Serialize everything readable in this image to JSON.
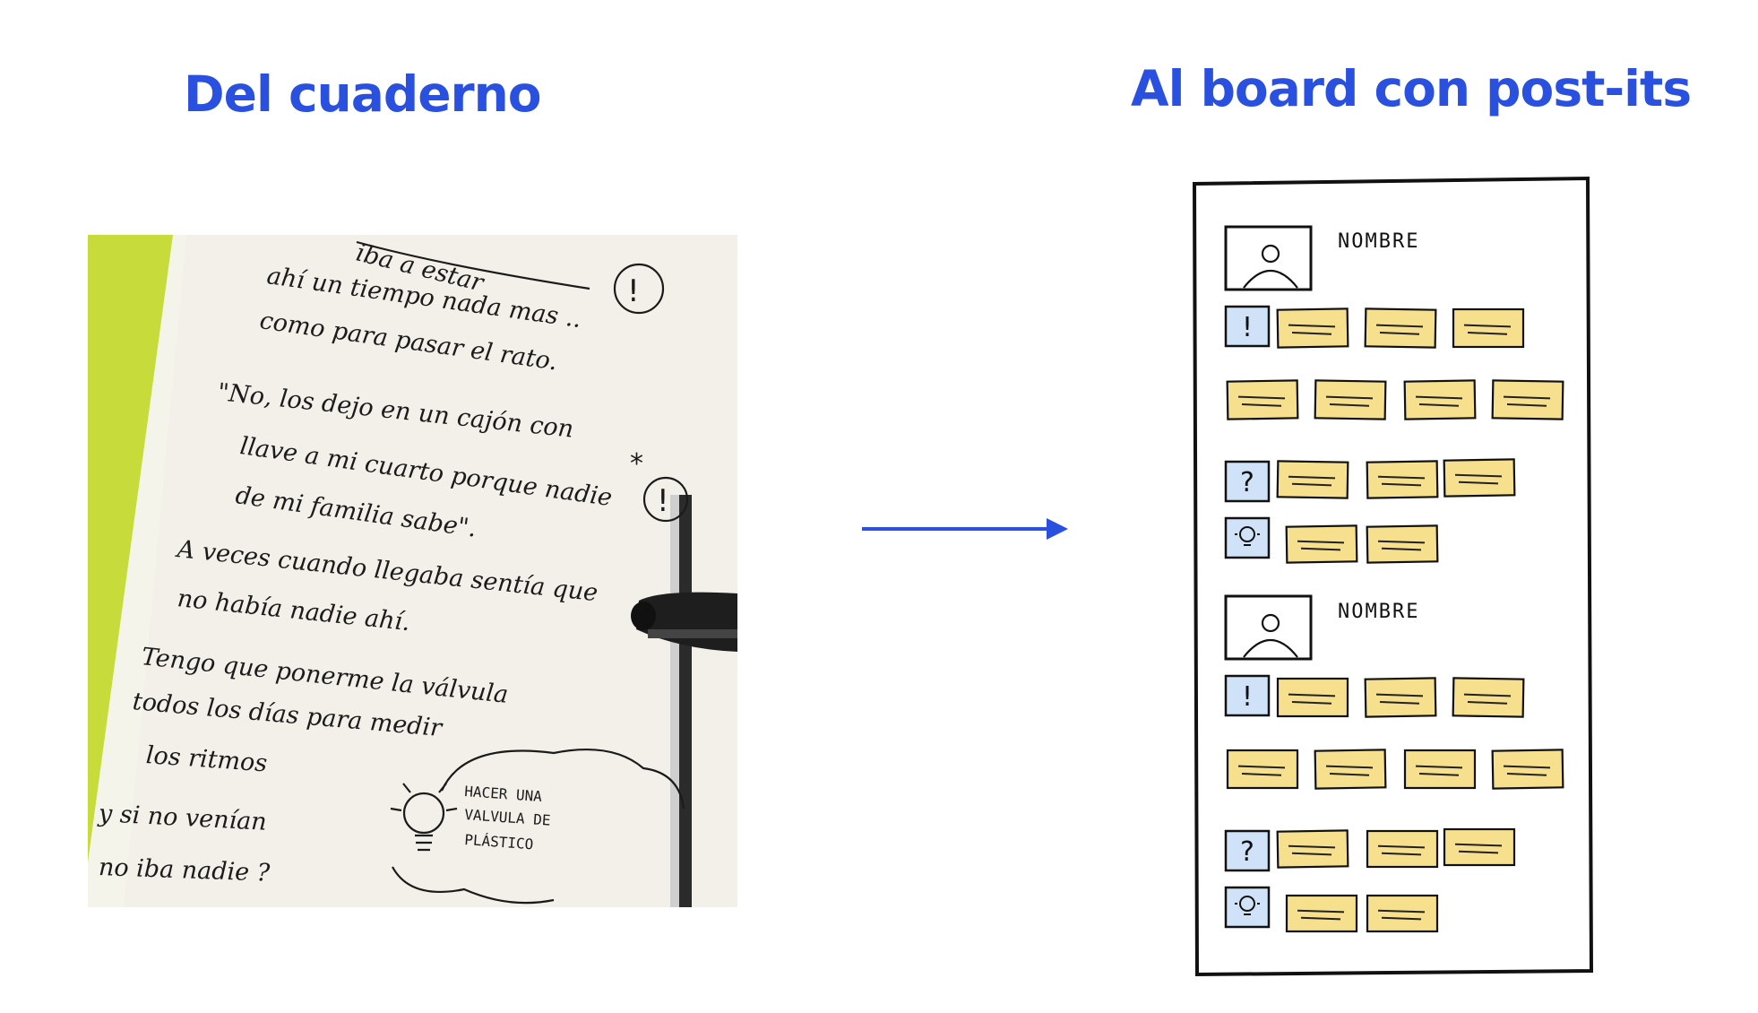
{
  "headings": {
    "left": "Del cuaderno",
    "right": "Al board con post-its"
  },
  "colors": {
    "heading": "#2a50e0",
    "arrow": "#2a50e0",
    "postit_yellow": "#f6e08e",
    "postit_blue": "#cfe2f7",
    "paper": "#f2f0e8",
    "background_green": "#c7dc3a"
  },
  "notebook": {
    "lines": [
      "iba a estar",
      "ahí un tiempo nada mas ..",
      "como para pasar el rato.",
      "\"No, los dejo en un cajón con",
      "llave a mi cuarto porque nadie",
      "de mi familia sabe\".",
      "A veces cuando llegaba sentía que",
      "no había nadie ahí.",
      "Tengo que ponerme la válvula",
      "todos los días para medir",
      "los ritmos",
      "y si no venían",
      "no iba nadie ?"
    ],
    "idea_note": [
      "HACER UNA",
      "VALVULA DE",
      "PLÁSTICO"
    ],
    "marks": [
      "!",
      "!",
      "*"
    ]
  },
  "board": {
    "persona_label": "NOMBRE",
    "marker_exclaim": "!",
    "marker_question": "?",
    "sections": 2
  }
}
